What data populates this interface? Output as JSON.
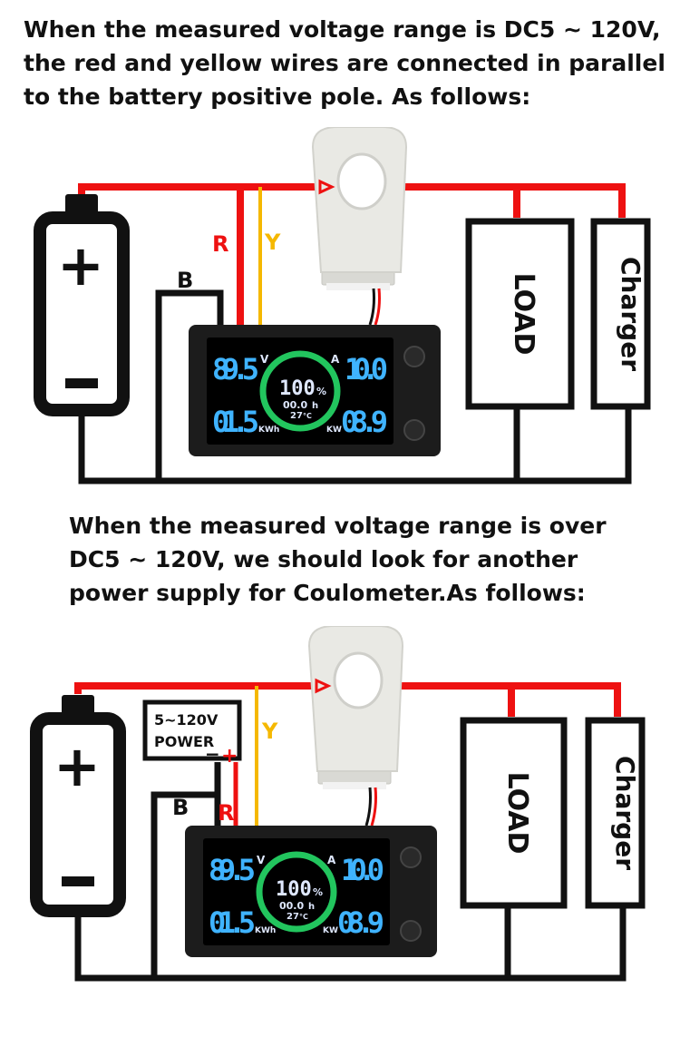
{
  "heading_1": {
    "lines": [
      "When the measured voltage range is DC5 ~ 120V,",
      "the red and yellow wires are connected in parallel",
      "to the battery positive pole. As follows:"
    ]
  },
  "heading_2": {
    "lines": [
      "When the measured voltage range is over",
      "DC5 ~ 120V, we should look for another",
      "power supply for Coulometer.As follows:"
    ]
  },
  "colors": {
    "red_wire": "#ee1111",
    "yellow_wire": "#f5b800",
    "black_wire": "#111111",
    "meter_body": "#1c1c1c",
    "lcd_blue": "#3fb3ff",
    "ring_green": "#22c55e",
    "sensor": "#e9e9e4"
  },
  "diagram_1": {
    "battery": {
      "plus": "+",
      "minus": "−"
    },
    "wire_labels": {
      "red": "R",
      "yellow": "Y",
      "black": "B"
    },
    "load_label": "LOAD",
    "charger_label": "Charger",
    "meter": {
      "voltage": "89.5",
      "voltage_unit": "V",
      "current": "10.0",
      "current_unit": "A",
      "percent": "100",
      "percent_unit": "%",
      "hours": "00.0",
      "hours_unit": "h",
      "temp": "27",
      "temp_unit": "°C",
      "energy": "01.5",
      "energy_unit": "KWh",
      "power": "08.9",
      "power_unit": "KW"
    }
  },
  "diagram_2": {
    "battery": {
      "plus": "+",
      "minus": "−"
    },
    "power_box": {
      "line1": "5~120V",
      "line2": "POWER",
      "minus": "−",
      "plus": "+"
    },
    "wire_labels": {
      "red": "R",
      "yellow": "Y",
      "black": "B"
    },
    "load_label": "LOAD",
    "charger_label": "Charger",
    "meter": {
      "voltage": "89.5",
      "voltage_unit": "V",
      "current": "10.0",
      "current_unit": "A",
      "percent": "100",
      "percent_unit": "%",
      "hours": "00.0",
      "hours_unit": "h",
      "temp": "27",
      "temp_unit": "°C",
      "energy": "01.5",
      "energy_unit": "KWh",
      "power": "08.9",
      "power_unit": "KW"
    }
  }
}
